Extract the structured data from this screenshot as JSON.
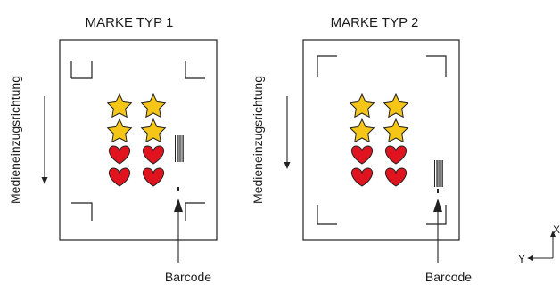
{
  "panels": [
    {
      "title": "MARKE TYP 1",
      "direction_label": "Medieneinzugsrichtung",
      "barcode_label": "Barcode"
    },
    {
      "title": "MARKE TYP 2",
      "direction_label": "Medieneinzugsrichtung",
      "barcode_label": "Barcode"
    }
  ],
  "axes": {
    "x_label": "X",
    "y_label": "Y"
  },
  "colors": {
    "star": "#f5c518",
    "heart": "#e0141e",
    "outline": "#222222"
  },
  "icons": [
    "star-icon",
    "heart-icon",
    "barcode-icon",
    "arrow-icon"
  ]
}
